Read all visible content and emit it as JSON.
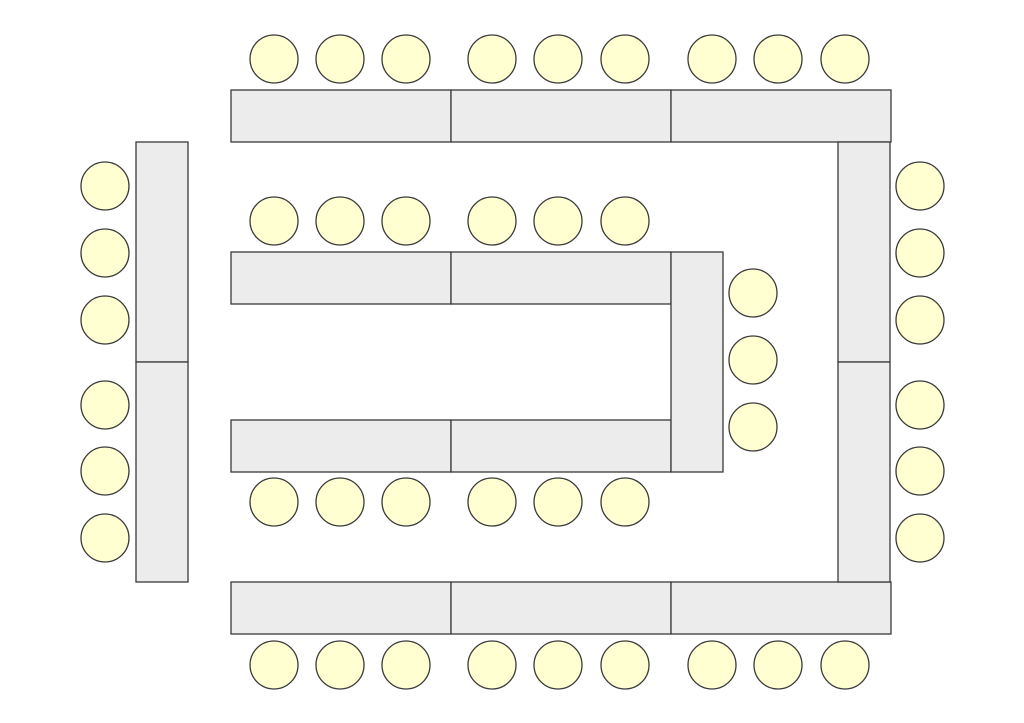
{
  "diagram": {
    "type": "seating-layout",
    "layout": "hollow-square-with-inner-u",
    "colors": {
      "table_fill": "#ececec",
      "seat_fill": "#ffffd2",
      "outline": "#3a3a3a",
      "background": "#ffffff"
    },
    "table_groups": [
      {
        "name": "outer-top-row",
        "table_count": 3,
        "seats_per_table": 3,
        "seat_side": "top"
      },
      {
        "name": "outer-bottom-row",
        "table_count": 3,
        "seats_per_table": 3,
        "seat_side": "bottom"
      },
      {
        "name": "outer-left-column",
        "table_count": 2,
        "seats_per_table": 3,
        "seat_side": "left"
      },
      {
        "name": "outer-right-column",
        "table_count": 2,
        "seats_per_table": 3,
        "seat_side": "right"
      },
      {
        "name": "inner-top-row",
        "table_count": 2,
        "seats_per_table": 3,
        "seat_side": "top"
      },
      {
        "name": "inner-bottom-row",
        "table_count": 2,
        "seats_per_table": 3,
        "seat_side": "bottom"
      },
      {
        "name": "inner-right-end",
        "table_count": 1,
        "seats_per_table": 3,
        "seat_side": "right"
      }
    ],
    "total_tables": 15,
    "total_seats": 45
  }
}
